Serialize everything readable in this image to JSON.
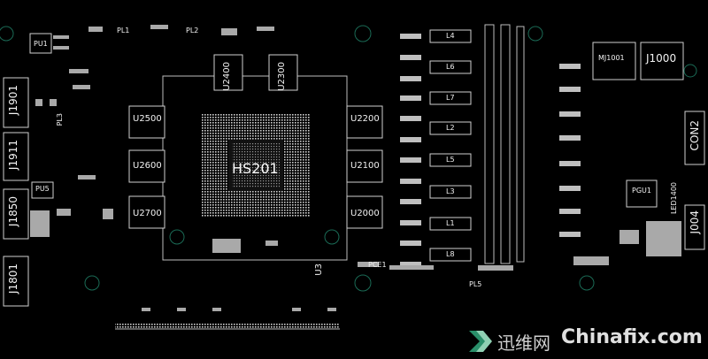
{
  "board": {
    "gpu": "HS201",
    "memory_chips": [
      "U2500",
      "U2600",
      "U2700",
      "U2200",
      "U2100",
      "U2000",
      "U2400",
      "U2300"
    ],
    "inductors": [
      "L4",
      "L6",
      "L7",
      "L2",
      "L5",
      "L3",
      "L1",
      "L8"
    ],
    "connectors": [
      "J1901",
      "J1911",
      "J1850",
      "J1801",
      "J1000",
      "CON2",
      "J004"
    ],
    "misc": {
      "pu1": "PU1",
      "pu5": "PU5",
      "pgu1": "PGU1",
      "mj1001": "MJ1001",
      "u3": "U3",
      "pl1": "PL1",
      "pl2": "PL2",
      "pl3": "PL3",
      "pce1": "PCE1",
      "pl5": "PL5",
      "led": "LED1400"
    }
  },
  "watermark": {
    "cn": "迅维网",
    "en": "Chinafix.com"
  },
  "colors": {
    "background": "#000000",
    "trace": "#d8d8d8",
    "accent_green": "#0f5f4a"
  }
}
